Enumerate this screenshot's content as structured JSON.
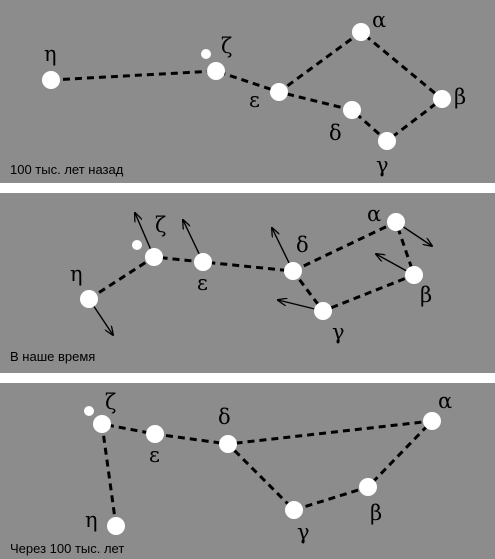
{
  "panels": [
    {
      "caption": "100 тыс. лет назад",
      "stars": [
        {
          "id": "eta",
          "label": "η"
        },
        {
          "id": "zeta",
          "label": "ζ"
        },
        {
          "id": "epsilon",
          "label": "ε"
        },
        {
          "id": "delta",
          "label": "δ"
        },
        {
          "id": "gamma",
          "label": "γ"
        },
        {
          "id": "beta",
          "label": "β"
        },
        {
          "id": "alpha",
          "label": "α"
        }
      ]
    },
    {
      "caption": "В наше время",
      "stars": [
        {
          "id": "eta",
          "label": "η"
        },
        {
          "id": "zeta",
          "label": "ζ"
        },
        {
          "id": "epsilon",
          "label": "ε"
        },
        {
          "id": "delta",
          "label": "δ"
        },
        {
          "id": "gamma",
          "label": "γ"
        },
        {
          "id": "beta",
          "label": "β"
        },
        {
          "id": "alpha",
          "label": "α"
        }
      ]
    },
    {
      "caption": "Через 100 тыс. лет",
      "stars": [
        {
          "id": "eta",
          "label": "η"
        },
        {
          "id": "zeta",
          "label": "ζ"
        },
        {
          "id": "epsilon",
          "label": "ε"
        },
        {
          "id": "delta",
          "label": "δ"
        },
        {
          "id": "gamma",
          "label": "γ"
        },
        {
          "id": "beta",
          "label": "β"
        },
        {
          "id": "alpha",
          "label": "α"
        }
      ]
    }
  ]
}
